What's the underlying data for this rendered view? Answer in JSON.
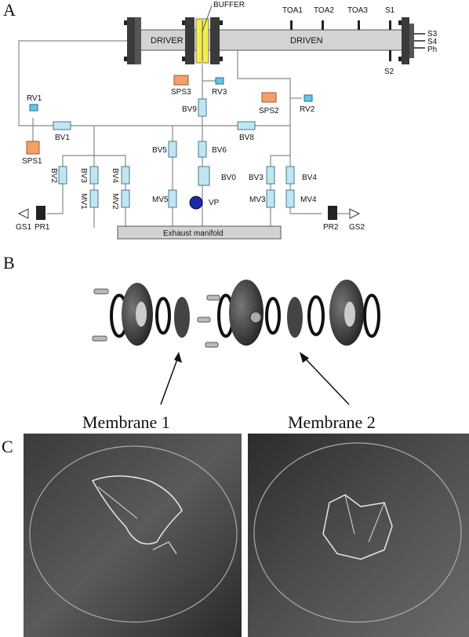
{
  "panels": {
    "a": "A",
    "b": "B",
    "c": "C"
  },
  "tube": {
    "driver": "DRIVER",
    "driven": "DRIVEN",
    "buffer": "BUFFER"
  },
  "sensors_top": [
    "TOA1",
    "TOA2",
    "TOA3",
    "S1"
  ],
  "sensors_right": [
    "S3",
    "S4",
    "Ph"
  ],
  "sensor_bottom": "S2",
  "components": {
    "rv1": "RV1",
    "rv2": "RV2",
    "rv3": "RV3",
    "sps1": "SPS1",
    "sps2": "SPS2",
    "sps3": "SPS3",
    "bv0": "BV0",
    "bv1": "BV1",
    "bv2": "BV2",
    "bv3_left": "BV3",
    "bv4_left": "BV4",
    "bv3_right": "BV3",
    "bv4_right": "BV4",
    "bv5": "BV5",
    "bv6": "BV6",
    "bv8": "BV8",
    "bv9": "BV9",
    "mv1": "MV1",
    "mv2": "MV2",
    "mv3": "MV3",
    "mv4": "MV4",
    "mv5": "MV5",
    "vp": "VP",
    "gs1": "GS1",
    "gs2": "GS2",
    "pr1": "PR1",
    "pr2": "PR2"
  },
  "manifold": "Exhaust manifold",
  "membranes": [
    "Membrane 1",
    "Membrane 2"
  ],
  "colors": {
    "tube": "#d3d3d3",
    "flange": "#3a3a3a",
    "buffer": "#f4ee4a",
    "sps": "#f2a06a",
    "rv": "#5ec8e8",
    "valve": "#bfe6f2"
  }
}
